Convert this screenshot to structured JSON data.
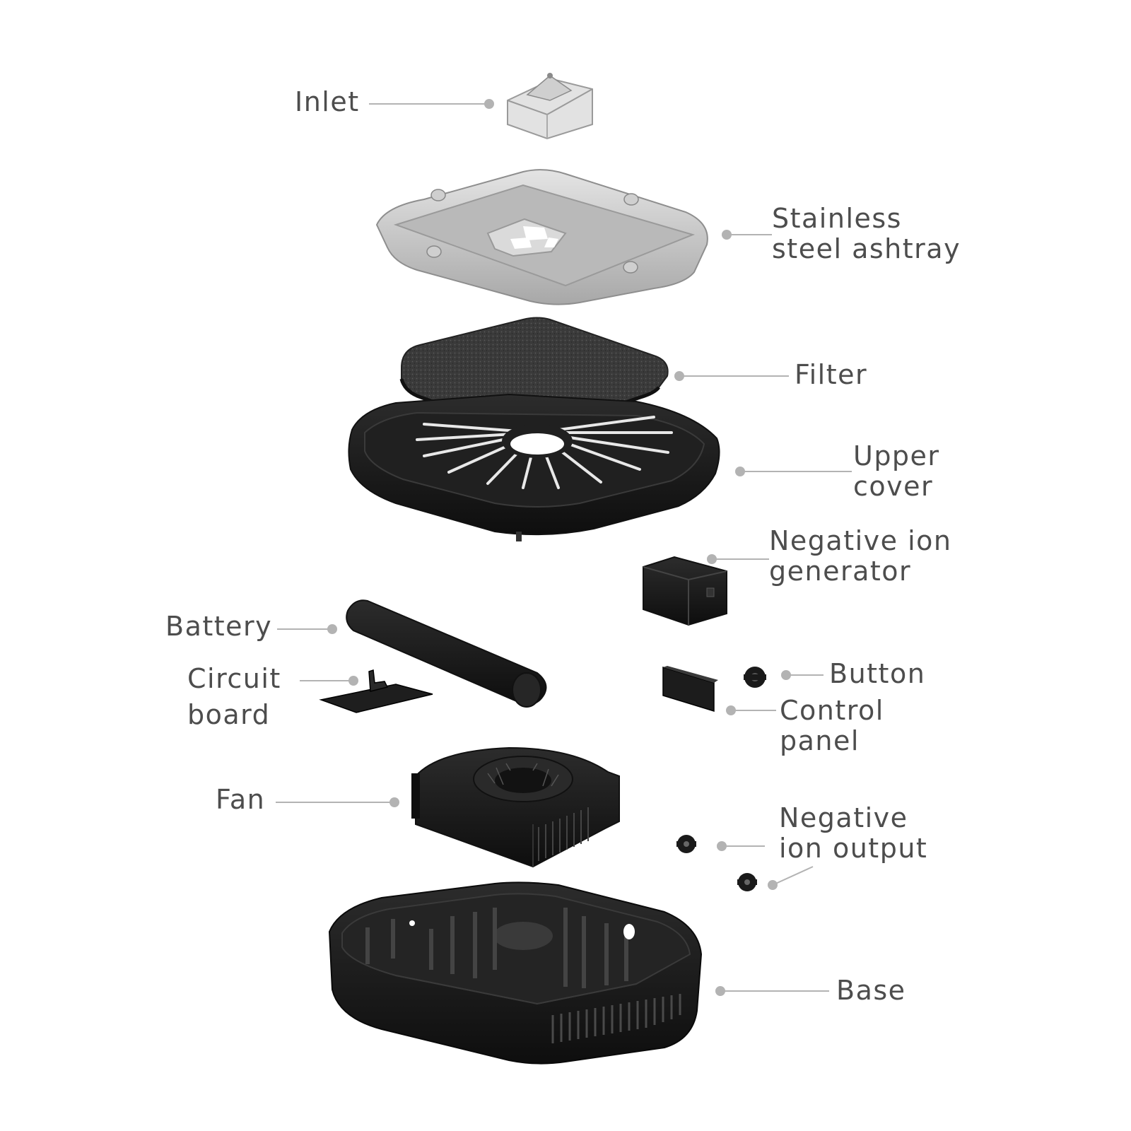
{
  "labels": {
    "inlet": "Inlet",
    "ashtray": [
      "Stainless",
      "steel ashtray"
    ],
    "filter": "Filter",
    "upper_cover": [
      "Upper",
      "cover"
    ],
    "ion_generator": [
      "Negative ion",
      "generator"
    ],
    "battery": "Battery",
    "circuit_board": [
      "Circuit",
      "board"
    ],
    "button": "Button",
    "control_panel": [
      "Control",
      "panel"
    ],
    "fan": "Fan",
    "ion_output": [
      "Negative",
      "ion output"
    ],
    "base": "Base"
  },
  "colors": {
    "text": "#4d4d4d",
    "leader": "#b3b3b3",
    "part_dark": "#1c1c1c",
    "part_light": "#c9c9c9",
    "background": "#ffffff"
  }
}
